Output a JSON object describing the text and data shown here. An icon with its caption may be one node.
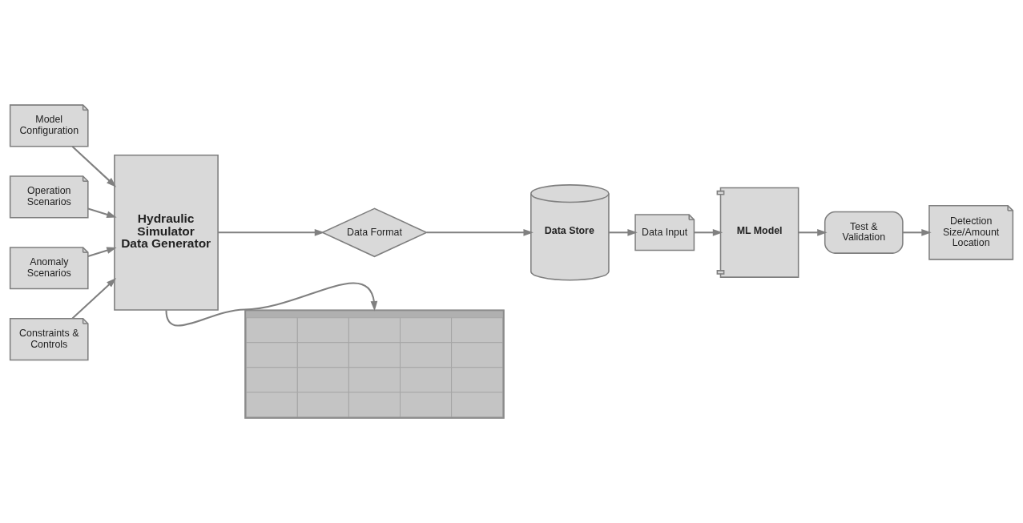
{
  "diagram": {
    "nodes": [
      {
        "text": [
          "Model Configuration"
        ]
      },
      {
        "text": [
          "Operation Scenarios"
        ]
      },
      {
        "text": [
          "Anomaly Scenarios"
        ]
      },
      {
        "text": [
          "Constraints & Controls"
        ]
      },
      {
        "text": [
          "Hydraulic Simulator",
          "Data Generator"
        ]
      },
      {
        "text": [
          "Data Format"
        ]
      },
      {
        "text": [
          "Data Store"
        ]
      },
      {
        "text": [
          "Data Input"
        ]
      },
      {
        "text": [
          "ML Model"
        ]
      },
      {
        "text": [
          "Test & Validation"
        ]
      },
      {
        "text": [
          "Detection Size/Amount Location"
        ]
      },
      {
        "text": [],
        "shape": "picture"
      }
    ],
    "edges": [
      {
        "from": 0,
        "to": 4,
        "arrow": "to"
      },
      {
        "from": 1,
        "to": 4,
        "arrow": "to"
      },
      {
        "from": 2,
        "to": 4,
        "arrow": "to"
      },
      {
        "from": 3,
        "to": 4,
        "arrow": "to"
      },
      {
        "from": 4,
        "to": 5,
        "arrow": "to"
      },
      {
        "from": 5,
        "to": 6,
        "arrow": "to"
      },
      {
        "from": 6,
        "to": 7,
        "arrow": "to"
      },
      {
        "from": 7,
        "to": 8,
        "arrow": "to"
      },
      {
        "from": 8,
        "to": 9,
        "arrow": "to"
      },
      {
        "from": 9,
        "to": 10,
        "arrow": "to"
      },
      {
        "from": 4,
        "to": 11,
        "arrow": "to"
      }
    ]
  }
}
